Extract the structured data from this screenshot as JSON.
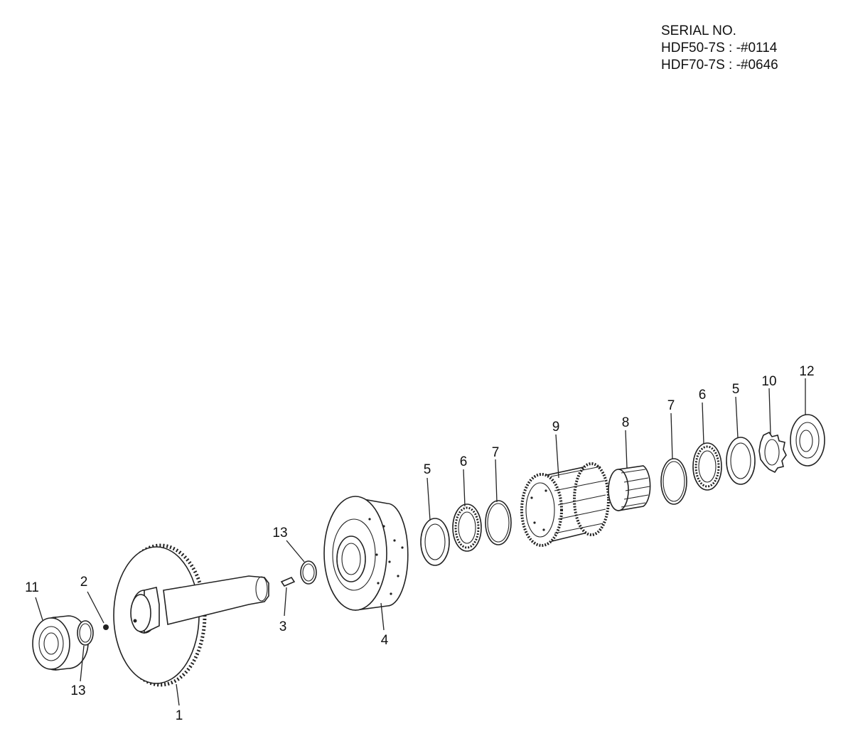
{
  "serial": {
    "heading": "SERIAL NO.",
    "line1": "HDF50-7S : -#0114",
    "line2": "HDF70-7S : -#0646"
  },
  "callouts": {
    "c1": "1",
    "c2": "2",
    "c3": "3",
    "c4": "4",
    "c5a": "5",
    "c6a": "6",
    "c7a": "7",
    "c8": "8",
    "c9": "9",
    "c7b": "7",
    "c6b": "6",
    "c5b": "5",
    "c10": "10",
    "c11": "11",
    "c12": "12",
    "c13a": "13",
    "c13b": "13"
  }
}
